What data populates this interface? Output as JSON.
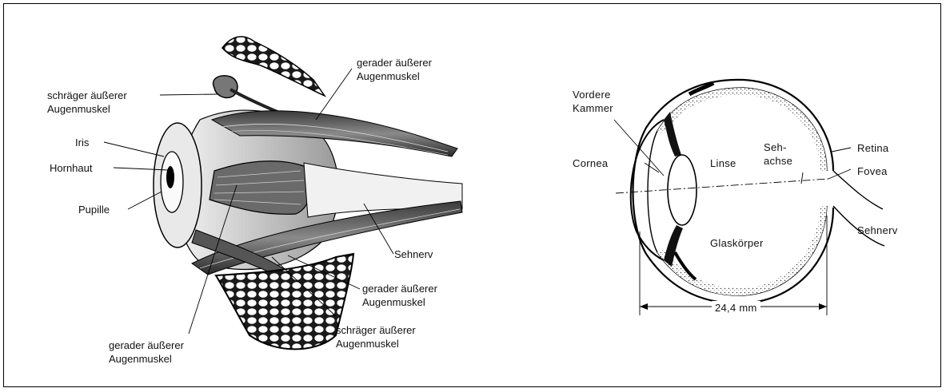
{
  "left_diagram": {
    "labels": {
      "oblique_top": [
        "schräger äußerer",
        "Augenmuskel"
      ],
      "straight_top": [
        "gerader äußerer",
        "Augenmuskel"
      ],
      "iris": "Iris",
      "cornea": "Hornhaut",
      "pupil": "Pupille",
      "optic_nerve": "Sehnerv",
      "straight_right": [
        "gerader äußerer",
        "Augenmuskel"
      ],
      "oblique_bottom": [
        "schräger äußerer",
        "Augenmuskel"
      ],
      "straight_bottom": [
        "gerader äußerer",
        "Augenmuskel"
      ]
    }
  },
  "right_diagram": {
    "labels": {
      "anterior_chamber": [
        "Vordere",
        "Kammer"
      ],
      "cornea": "Cornea",
      "lens": "Linse",
      "visual_axis": [
        "Seh-",
        "achse"
      ],
      "retina": "Retina",
      "fovea": "Fovea",
      "optic_nerve": "Sehnerv",
      "vitreous": "Glaskörper",
      "dimension": "24,4 mm"
    }
  }
}
